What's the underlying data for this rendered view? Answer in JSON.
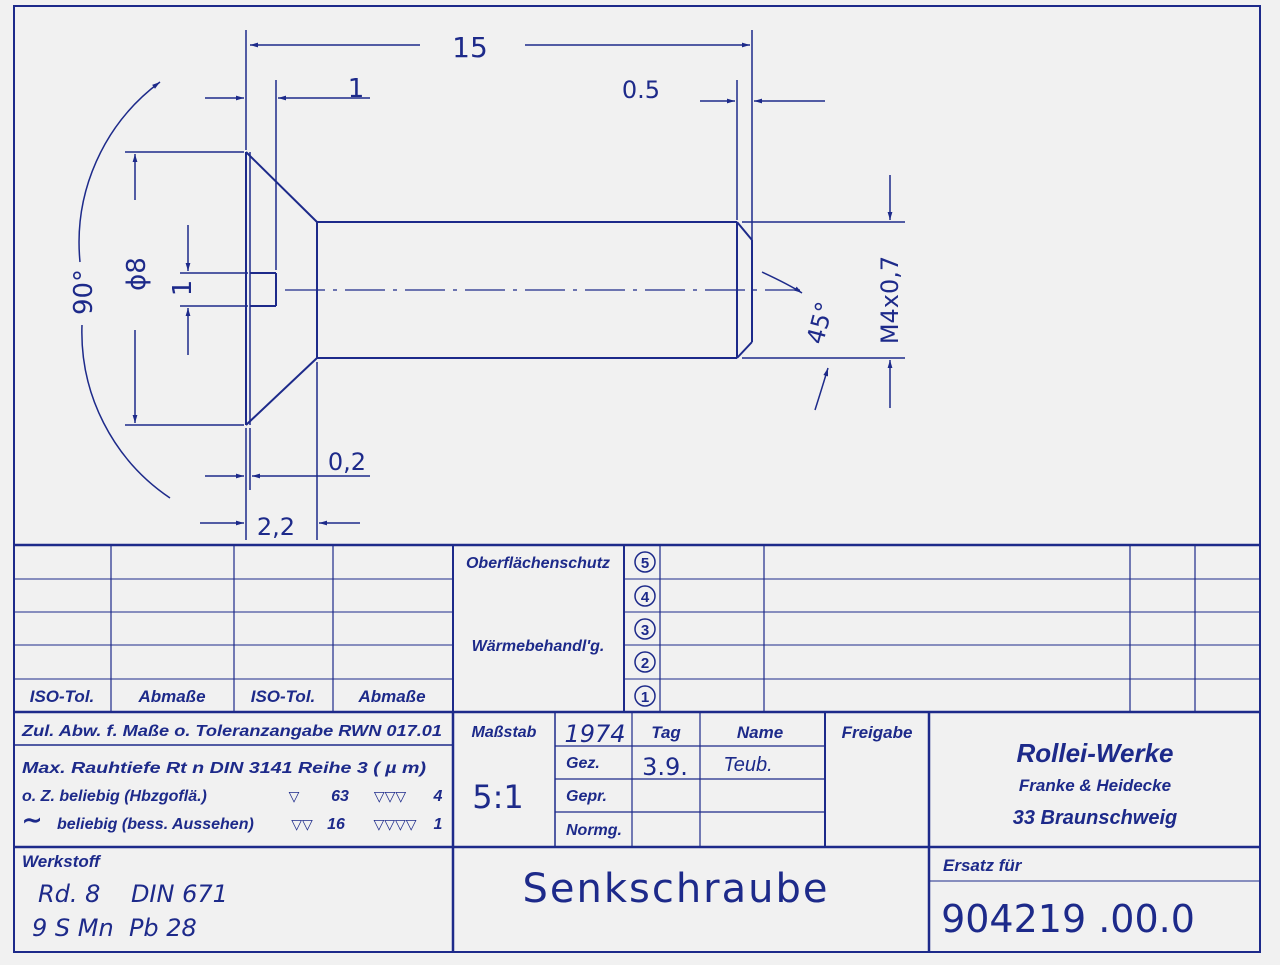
{
  "colors": {
    "ink": "#1d2a8a",
    "paper": "#f1f1f1"
  },
  "dimensions": {
    "length": "15",
    "slot_depth": "1",
    "chamfer_len": "0.5",
    "head_angle": "90°",
    "head_dia": "ϕ8",
    "slot_width": "1",
    "thread": "M4x0,7",
    "chamfer_angle": "45°",
    "head_edge": "0,2",
    "head_height": "2,2"
  },
  "tol_table": {
    "headers": [
      "ISO-Tol.",
      "Abmaße",
      "ISO-Tol.",
      "Abmaße"
    ]
  },
  "treatment": {
    "surface_label": "Oberflächenschutz",
    "heat_label": "Wärmebehandl'g.",
    "rows": [
      "5",
      "4",
      "3",
      "2",
      "1"
    ]
  },
  "general_tol": "Zul. Abw. f. Maße o. Toleranzangabe RWN 017.01",
  "roughness": {
    "title": "Max. Rauhtiefe Rt n DIN 3141 Reihe 3 ( µ m)",
    "line1_label": "o. Z. beliebig (Hbzgoflä.)",
    "line1_sym1": "▽",
    "line1_val1": "63",
    "line1_sym2": "▽▽▽",
    "line1_val2": "4",
    "line2_tilde": "∼",
    "line2_label": "beliebig (bess. Aussehen)",
    "line2_sym1": "▽▽",
    "line2_val1": "16",
    "line2_sym2": "▽▽▽▽",
    "line2_val2": "1"
  },
  "scale": {
    "label": "Maßstab",
    "value": "5:1"
  },
  "dates": {
    "year": "1974",
    "tag_label": "Tag",
    "name_label": "Name",
    "rows": [
      {
        "label": "Gez.",
        "tag": "3.9.",
        "name": "Teub."
      },
      {
        "label": "Gepr.",
        "tag": "",
        "name": ""
      },
      {
        "label": "Normg.",
        "tag": "",
        "name": ""
      }
    ]
  },
  "release_label": "Freigabe",
  "company": {
    "name": "Rollei-Werke",
    "sub": "Franke & Heidecke",
    "city": "33 Braunschweig"
  },
  "material": {
    "label": "Werkstoff",
    "line1": "Rd. 8    DIN 671",
    "line2": "9 S Mn  Pb 28"
  },
  "part_title": "Senkschraube",
  "replacement": {
    "label": "Ersatz für",
    "number": "904219 .00.0"
  }
}
